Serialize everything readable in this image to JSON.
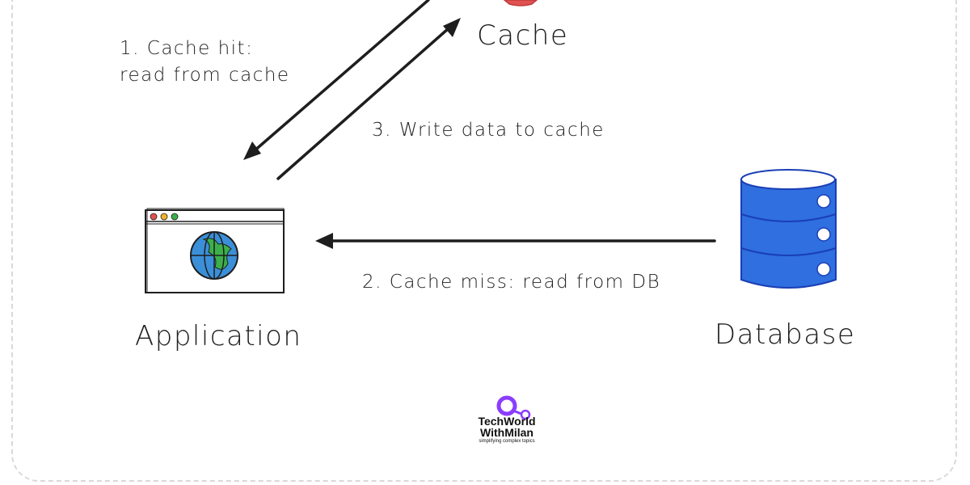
{
  "nodes": {
    "cache": {
      "label": "Cache",
      "icon": "cache-server-icon"
    },
    "application": {
      "label": "Application",
      "icon": "browser-globe-icon"
    },
    "database": {
      "label": "Database",
      "icon": "database-cylinder-icon"
    }
  },
  "edges": [
    {
      "id": "cache-hit",
      "from": "cache",
      "to": "application",
      "label_line1": "1. Cache hit:",
      "label_line2": "read from cache"
    },
    {
      "id": "cache-miss",
      "from": "database",
      "to": "application",
      "label": "2. Cache miss: read from DB"
    },
    {
      "id": "write-cache",
      "from": "application",
      "to": "cache",
      "label": "3. Write data to cache"
    }
  ],
  "branding": {
    "line1": "TechWorld",
    "line2": "WithMilan",
    "tagline": "simplifying complex topics",
    "accent_color": "#8b3dff"
  },
  "colors": {
    "database_fill": "#2f6fe0",
    "database_stroke": "#1a3fb5",
    "globe_fill": "#3b8fd8",
    "globe_land": "#3bb04a",
    "cache_accent": "#e05252",
    "stroke": "#1e1e1e"
  }
}
